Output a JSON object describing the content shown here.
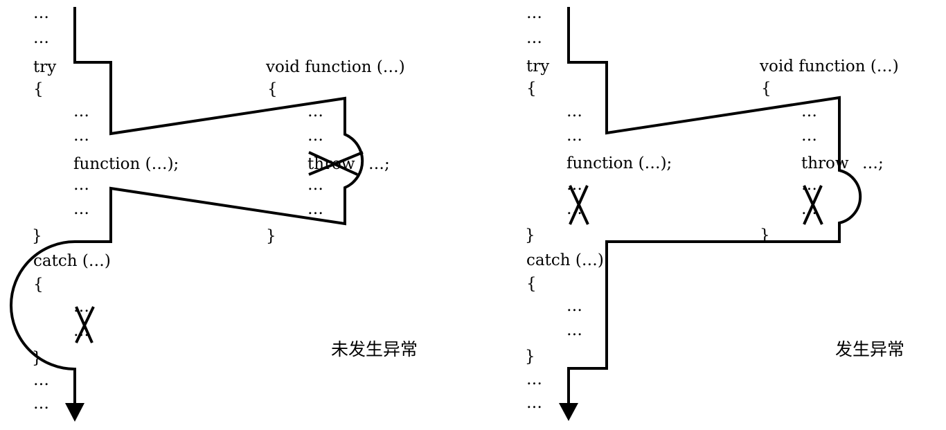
{
  "panels": [
    {
      "caption": "未发生异常",
      "code": {
        "ellipsis": "…",
        "try": "try",
        "brace_open": "{",
        "brace_close": "}",
        "call": "function (…);",
        "catch": "catch (…)",
        "func_decl": "void function (…)",
        "throw": "throw",
        "throw_rest": "…;"
      }
    },
    {
      "caption": "发生异常",
      "code": {
        "ellipsis": "…",
        "try": "try",
        "brace_open": "{",
        "brace_close": "}",
        "call": "function (…);",
        "catch": "catch (…)",
        "func_decl": "void function (…)",
        "throw": "throw",
        "throw_rest": "…;"
      }
    }
  ]
}
